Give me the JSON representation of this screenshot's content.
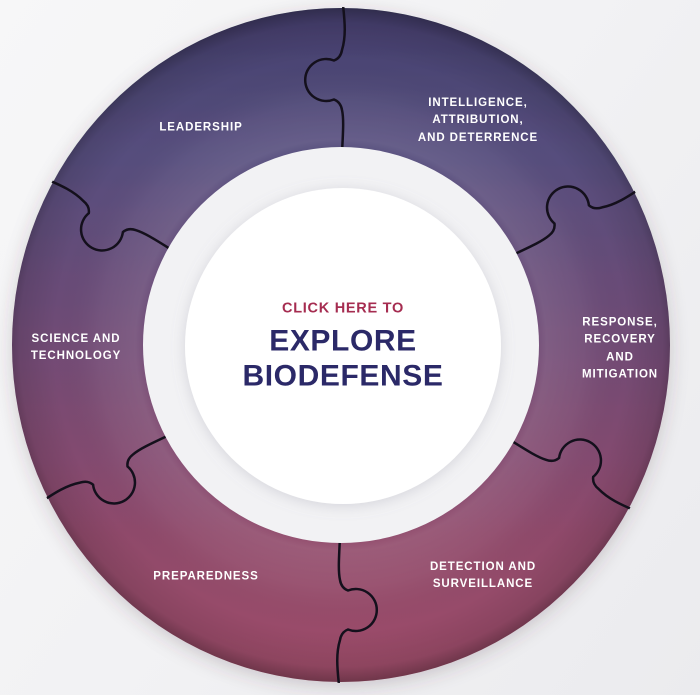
{
  "background_color": "#F2F2F4",
  "ring": {
    "gradient_top": "#453F6E",
    "gradient_mid": "#714B75",
    "gradient_bottom": "#9F4D69",
    "divider_color": "#14101C",
    "label_color": "#FFFFFF"
  },
  "center": {
    "kicker": "CLICK HERE TO",
    "kicker_color": "#A52C50",
    "title": "EXPLORE\nBIODEFENSE",
    "title_color": "#2B2968"
  },
  "pieces": [
    {
      "id": "leadership",
      "label": "LEADERSHIP"
    },
    {
      "id": "intelligence-attribution-and-deterrence",
      "label": "INTELLIGENCE,\nATTRIBUTION,\nAND DETERRENCE"
    },
    {
      "id": "response-recovery-and-mitigation",
      "label": "RESPONSE,\nRECOVERY AND\nMITIGATION"
    },
    {
      "id": "detection-and-surveillance",
      "label": "DETECTION AND\nSURVEILLANCE"
    },
    {
      "id": "preparedness",
      "label": "PREPAREDNESS"
    },
    {
      "id": "science-and-technology",
      "label": "SCIENCE AND\nTECHNOLOGY"
    }
  ]
}
